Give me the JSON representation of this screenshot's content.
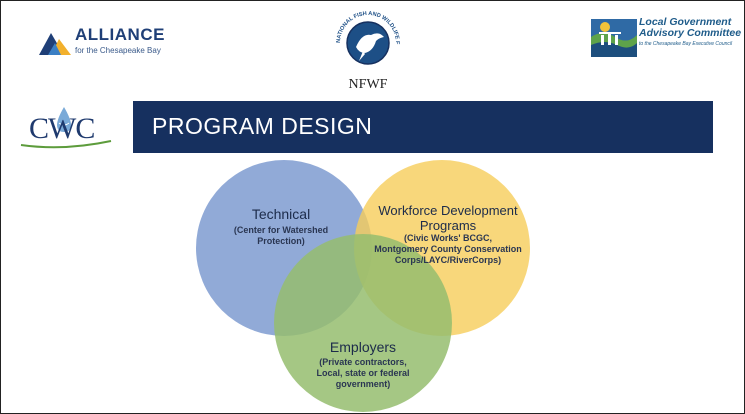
{
  "header": {
    "alliance": {
      "name": "ALLIANCE",
      "subtitle": "for the Chesapeake Bay"
    },
    "nfwf": {
      "ring_text": "NATIONAL FISH AND WILDLIFE FOUNDATION",
      "abbr": "NFWF"
    },
    "lgac": {
      "line1": "Local Government",
      "line2": "Advisory Committee",
      "subtitle": "to the Chesapeake Bay Executive Council"
    }
  },
  "band": {
    "logo_text": "CWC",
    "title": "PROGRAM DESIGN"
  },
  "diagram": {
    "circles": [
      {
        "id": "technical",
        "color": "#7e9bd0",
        "title": "Technical",
        "lines": [
          "(Center for Watershed",
          "Protection)"
        ]
      },
      {
        "id": "workforce",
        "color": "#f6cd5a",
        "title_lines": [
          "Workforce Development",
          "Programs"
        ],
        "lines": [
          "(Civic Works' BCGC,",
          "Montgomery County Conservation",
          "Corps/LAYC/RiverCorps)"
        ]
      },
      {
        "id": "employers",
        "color": "#95bd6e",
        "title": "Employers",
        "lines": [
          "(Private contractors,",
          "Local, state or federal",
          "government)"
        ]
      }
    ]
  },
  "colors": {
    "band": "#16305f",
    "alliance": "#1f3f77",
    "lgac": "#1f5c8a"
  }
}
